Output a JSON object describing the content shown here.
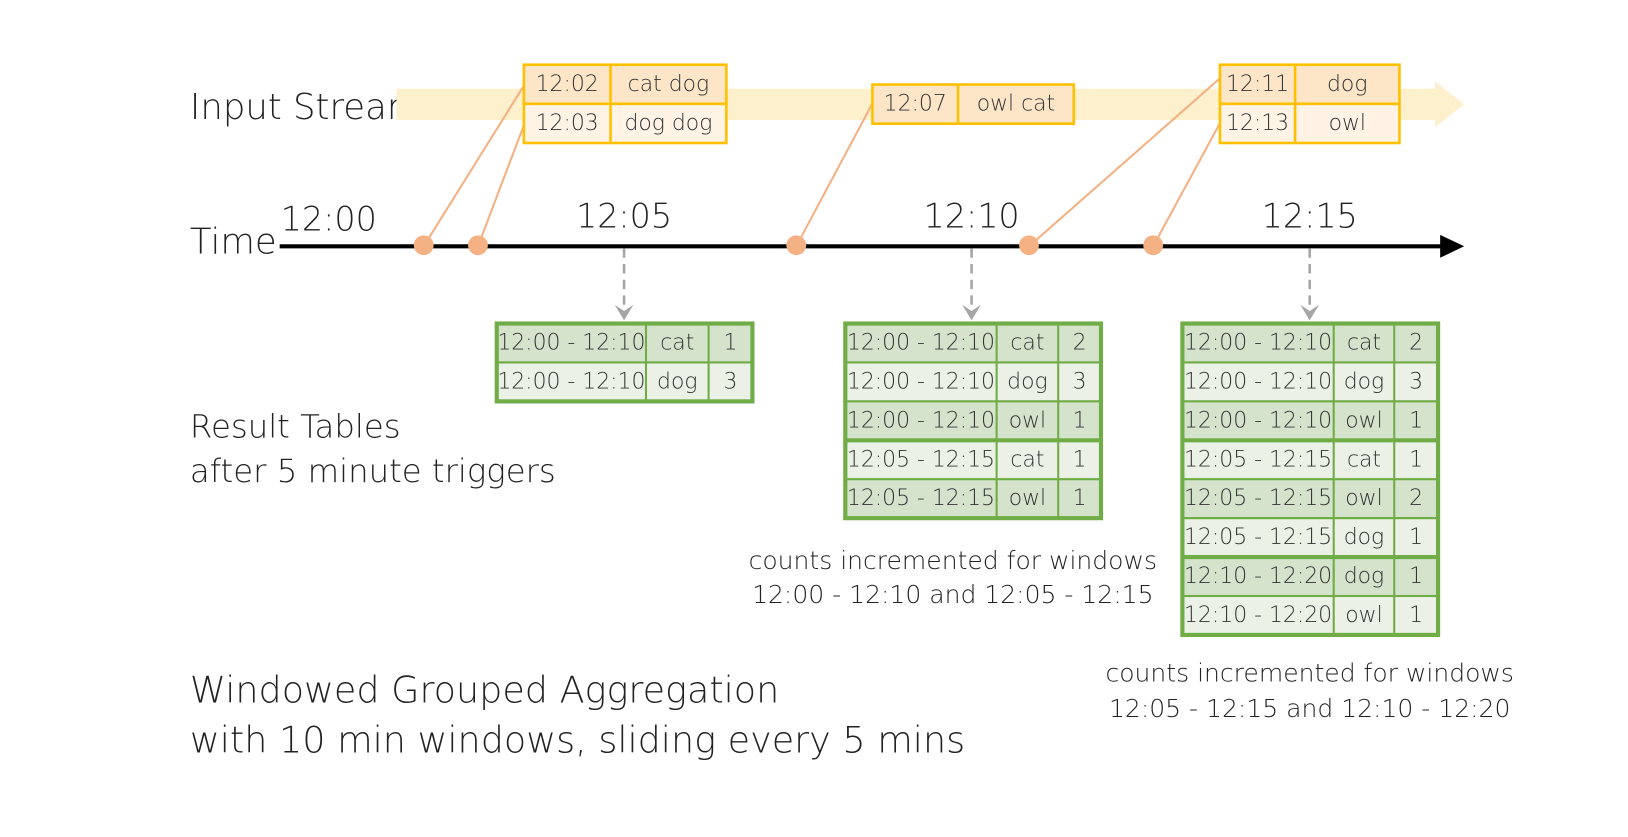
{
  "labels": {
    "input_stream": "Input Stream",
    "time": "Time",
    "result_tables_1": "Result Tables",
    "result_tables_2": "after 5 minute triggers",
    "footer_1": "Windowed Grouped Aggregation",
    "footer_2": "with 10 min windows, sliding every 5 mins"
  },
  "time_ticks": [
    "12:00",
    "12:05",
    "12:10",
    "12:15"
  ],
  "input_events": [
    {
      "rows": [
        [
          "12:02",
          "cat dog"
        ],
        [
          "12:03",
          "dog dog"
        ]
      ]
    },
    {
      "rows": [
        [
          "12:07",
          "owl cat"
        ]
      ]
    },
    {
      "rows": [
        [
          "12:11",
          "dog"
        ],
        [
          "12:13",
          "owl"
        ]
      ]
    }
  ],
  "result_tables": [
    {
      "rows": [
        [
          "12:00 - 12:10",
          "cat",
          "1"
        ],
        [
          "12:00 - 12:10",
          "dog",
          "3"
        ]
      ]
    },
    {
      "rows": [
        [
          "12:00 - 12:10",
          "cat",
          "2"
        ],
        [
          "12:00 - 12:10",
          "dog",
          "3"
        ],
        [
          "12:00 - 12:10",
          "owl",
          "1"
        ],
        [
          "12:05 - 12:15",
          "cat",
          "1"
        ],
        [
          "12:05 - 12:15",
          "owl",
          "1"
        ]
      ]
    },
    {
      "rows": [
        [
          "12:00 - 12:10",
          "cat",
          "2"
        ],
        [
          "12:00 - 12:10",
          "dog",
          "3"
        ],
        [
          "12:00 - 12:10",
          "owl",
          "1"
        ],
        [
          "12:05 - 12:15",
          "cat",
          "1"
        ],
        [
          "12:05 - 12:15",
          "owl",
          "2"
        ],
        [
          "12:05 - 12:15",
          "dog",
          "1"
        ],
        [
          "12:10 - 12:20",
          "dog",
          "1"
        ],
        [
          "12:10 - 12:20",
          "owl",
          "1"
        ]
      ]
    }
  ],
  "captions": [
    {
      "line1": "counts incremented for windows",
      "line2": "12:00 - 12:10 and 12:05 - 12:15"
    },
    {
      "line1": "counts incremented for windows",
      "line2": "12:05 - 12:15 and 12:10 - 12:20"
    }
  ],
  "colors": {
    "stream_band": "#fdf0cc",
    "event_border": "#ffc000",
    "event_fill_dark": "#fde5c8",
    "event_fill_light": "#fff3e6",
    "event_dot": "#f4b183",
    "table_border": "#70ad47",
    "table_fill_dark": "#d5e3cc",
    "table_fill_light": "#ebf1e6",
    "axis": "#000000",
    "trigger_arrow": "#a6a6a6"
  }
}
